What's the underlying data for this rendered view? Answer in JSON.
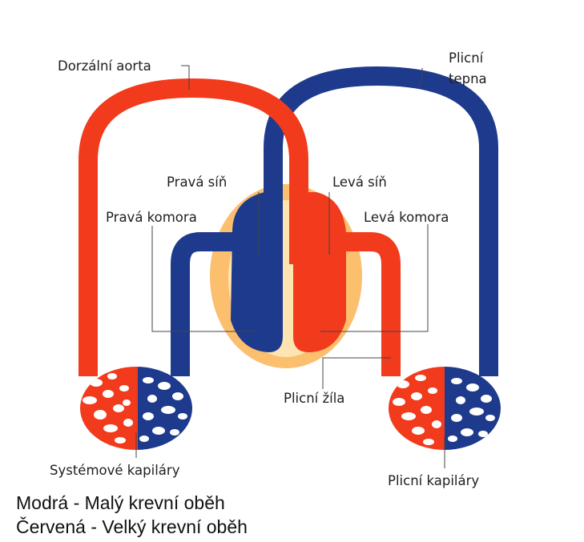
{
  "labels": {
    "dorsal_aorta": "Dorzální aorta",
    "pulmonary_artery_line1": "Plicní",
    "pulmonary_artery_line2": "tepna",
    "right_atrium": "Pravá síň",
    "left_atrium": "Levá síň",
    "right_ventricle": "Pravá komora",
    "left_ventricle": "Levá komora",
    "pulmonary_vein": "Plicní žíla",
    "systemic_capillaries": "Systémové kapiláry",
    "pulmonary_capillaries": "Plicní kapiláry"
  },
  "legend": {
    "blue": "Modrá - Malý krevní oběh",
    "red": "Červená - Velký krevní oběh"
  },
  "colors": {
    "oxygenated": "#f23a1c",
    "deoxygenated": "#1e3a8c",
    "heart_outer": "#fbbf6e",
    "heart_inner": "#fde4b0"
  }
}
